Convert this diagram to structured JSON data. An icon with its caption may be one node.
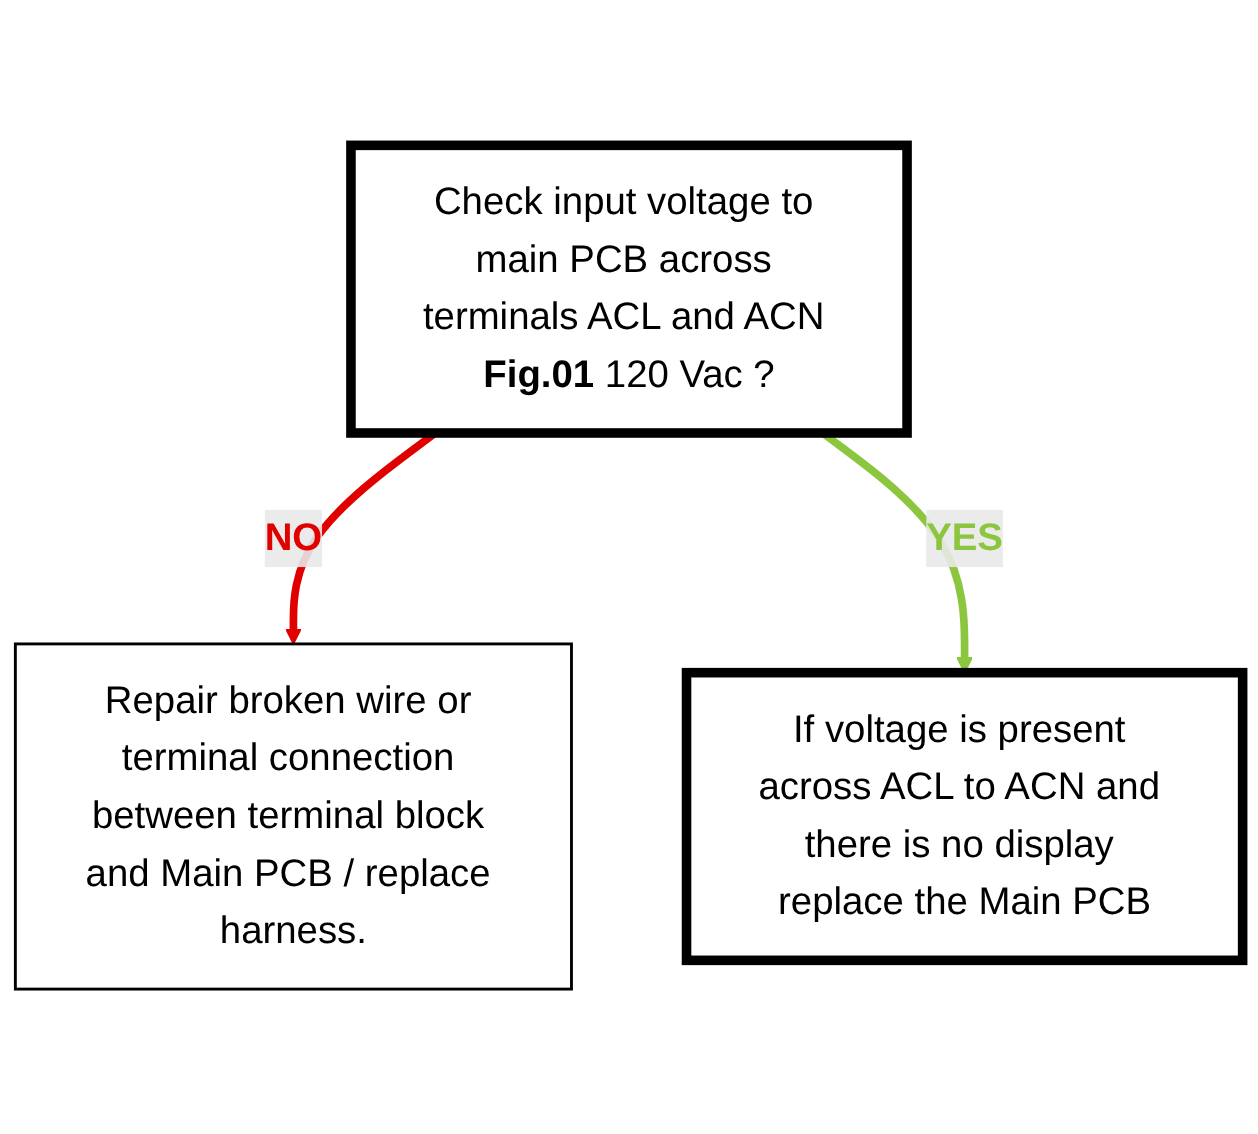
{
  "diagram": {
    "nodes": [
      {
        "text": [
          "Check input voltage to main PCB across terminals ACL and ACN **Fig.01** 120 Vac ?"
        ]
      },
      {
        "text": [
          "Repair broken wire or terminal connection between terminal block and Main PCB / replace harness."
        ]
      },
      {
        "text": [
          "If voltage is present across ACL to ACN and there is no display replace the Main PCB"
        ]
      }
    ],
    "edges": [
      {
        "from": 0,
        "to": 1,
        "arrow": "to",
        "label": "NO",
        "color": "#e00000"
      },
      {
        "from": 0,
        "to": 2,
        "arrow": "to",
        "label": "YES",
        "color": "#8cc63f"
      }
    ]
  }
}
